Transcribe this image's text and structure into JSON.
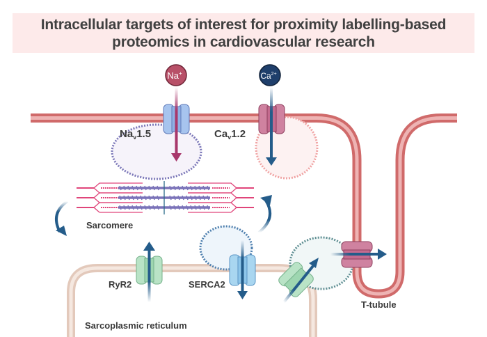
{
  "title": "Intracellular targets of interest for proximity labelling-based proteomics in cardiovascular research",
  "ions": {
    "sodium": {
      "symbol": "Na",
      "charge": "+",
      "color": "#b85068"
    },
    "calcium": {
      "symbol": "Ca",
      "charge": "2+",
      "color": "#1f3f6b"
    }
  },
  "channels": {
    "nav15": {
      "name": "Na",
      "subscript": "v",
      "suffix": "1.5",
      "color": "#a7c4ee"
    },
    "cav12": {
      "name": "Ca",
      "subscript": "v",
      "suffix": "1.2",
      "color": "#cf82a0"
    },
    "ryr2": {
      "label": "RyR2",
      "color": "#b9e3c6"
    },
    "serca2": {
      "label": "SERCA2",
      "color": "#a9d6f0"
    }
  },
  "labels": {
    "sarcomere": "Sarcomere",
    "sarcoplasmic_reticulum": "Sarcoplasmic reticulum",
    "t_tubule": "T-tubule"
  },
  "colors": {
    "plasma_membrane": "#d06a6a",
    "plasma_membrane_inner": "#eeb3b3",
    "sr_membrane": "#e9d3c6",
    "arrow_blue": "#245c8a",
    "arrow_magenta": "#a8376b",
    "title_bg": "#fdeaea"
  }
}
